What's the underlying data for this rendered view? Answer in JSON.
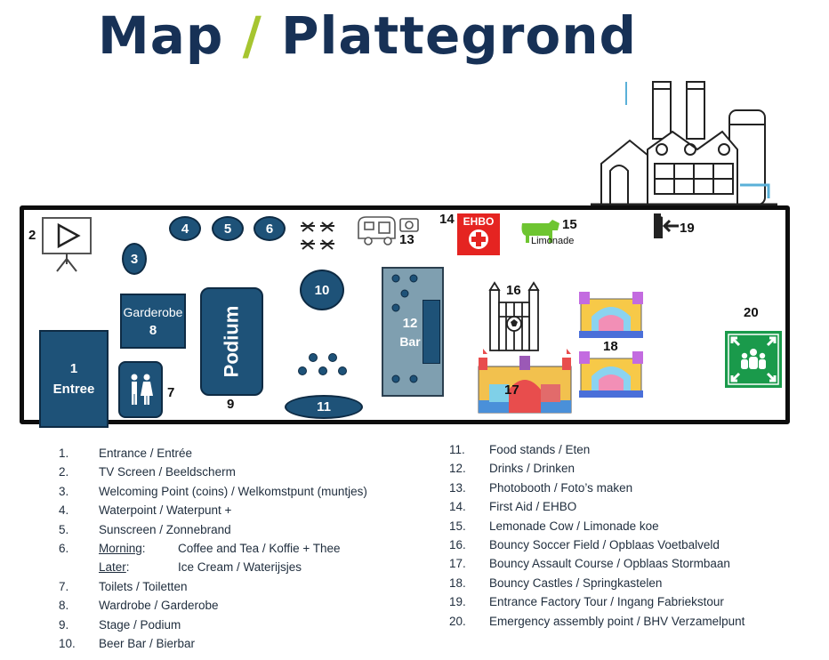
{
  "title": {
    "left": "Map",
    "slash": "/",
    "right": "Plattegrond"
  },
  "map": {
    "entree": {
      "num": "1",
      "label": "Entree"
    },
    "screen_num": "2",
    "welcome_num": "3",
    "water_nums": [
      "4",
      "5",
      "6"
    ],
    "toilet_num": "7",
    "garderobe": {
      "label": "Garderobe",
      "num": "8"
    },
    "podium": {
      "label": "Podium",
      "num": "9"
    },
    "beer_num": "10",
    "food_num": "11",
    "bar": {
      "num": "12",
      "label": "Bar"
    },
    "photo_num": "13",
    "ehbo": {
      "num": "14",
      "label": "EHBO"
    },
    "cow": {
      "num": "15",
      "label": "Limonade"
    },
    "soccer_num": "16",
    "assault_num": "17",
    "castles_num": "18",
    "exit_num": "19",
    "assembly_num": "20"
  },
  "legend_left": [
    {
      "n": "1.",
      "t": "Entrance / Entrée"
    },
    {
      "n": "2.",
      "t": "TV Screen / Beeldscherm"
    },
    {
      "n": "3.",
      "t": "Welcoming Point (coins) / Welkomstpunt (muntjes)"
    },
    {
      "n": "4.",
      "t": "Waterpoint / Waterpunt +"
    },
    {
      "n": "5.",
      "t": "Sunscreen / Zonnebrand"
    },
    {
      "n": "6.",
      "label": "Morning",
      "suffix": ":",
      "t": "Coffee and Tea / Koffie + Thee"
    },
    {
      "n": "",
      "label": "Later",
      "suffix": ":",
      "t": "Ice Cream / Waterijsjes"
    },
    {
      "n": "7.",
      "t": "Toilets / Toiletten"
    },
    {
      "n": "8.",
      "t": "Wardrobe / Garderobe"
    },
    {
      "n": "9.",
      "t": "Stage / Podium"
    },
    {
      "n": "10.",
      "t": "Beer Bar / Bierbar"
    }
  ],
  "legend_right": [
    {
      "n": "11.",
      "t": "Food stands / Eten"
    },
    {
      "n": "12.",
      "t": "Drinks / Drinken"
    },
    {
      "n": "13.",
      "t": "Photobooth / Foto’s maken"
    },
    {
      "n": "14.",
      "t": "First Aid / EHBO"
    },
    {
      "n": "15.",
      "t": "Lemonade Cow / Limonade koe"
    },
    {
      "n": "16.",
      "t": "Bouncy Soccer Field / Opblaas Voetbalveld"
    },
    {
      "n": "17.",
      "t": "Bouncy Assault Course / Opblaas Stormbaan"
    },
    {
      "n": "18.",
      "t": "Bouncy Castles / Springkastelen"
    },
    {
      "n": "19.",
      "t": "Entrance Factory Tour / Ingang Fabriekstour"
    },
    {
      "n": "20.",
      "t": "Emergency assembly point / BHV Verzamelpunt"
    }
  ],
  "colors": {
    "navy": "#1e5278",
    "title": "#173156",
    "accent": "#a6c530",
    "bar": "#7f9fb0",
    "ehbo": "#e52421",
    "cow": "#6ec531",
    "assembly": "#1a9a4b"
  }
}
